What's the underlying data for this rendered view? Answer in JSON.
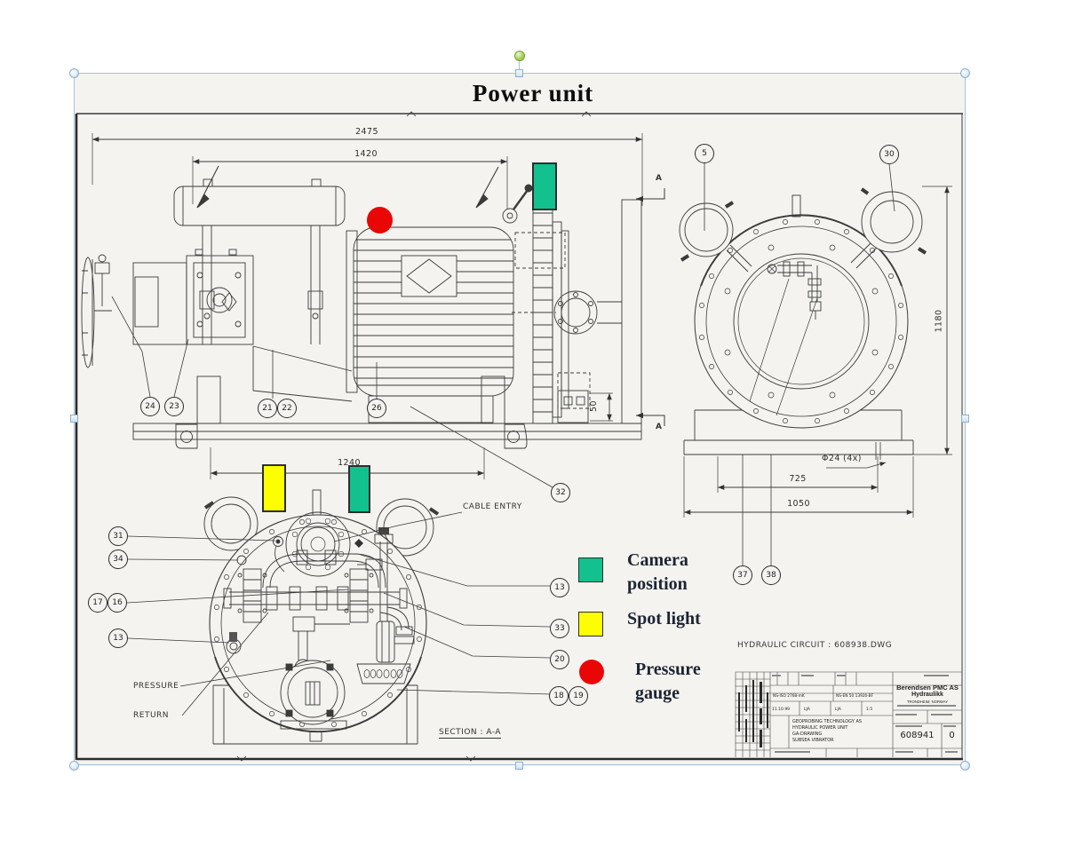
{
  "title": "Power unit",
  "legend": {
    "camera_label": "Camera position",
    "spot_label": "Spot light",
    "pressure_label": "Pressure gauge",
    "camera_color": "#12c18e",
    "spot_color": "#fdff00",
    "pressure_color": "#ea0606"
  },
  "dimensions": {
    "overall_length": "2475",
    "upper_length": "1420",
    "foot_spacing": "1240",
    "offset_50": "50",
    "height_1180": "1180",
    "hole_spacing_725": "725",
    "base_width_1050": "1050",
    "hole_note": "Φ24 (4x)"
  },
  "labels": {
    "cable_entry": "CABLE ENTRY",
    "pressure": "PRESSURE",
    "return": "RETURN",
    "section_title": "SECTION : A-A",
    "section_marker": "A",
    "hydraulic_note": "HYDRAULIC CIRCUIT : 608938.DWG"
  },
  "callouts": {
    "side": [
      "24",
      "23",
      "21",
      "22",
      "26",
      "32"
    ],
    "front": [
      "5",
      "30",
      "37",
      "38"
    ],
    "section_left": [
      "31",
      "34",
      "17",
      "16",
      "13"
    ],
    "section_right": [
      "13",
      "33",
      "20",
      "18",
      "19"
    ]
  },
  "title_block": {
    "company": "Berendsen PMC AS",
    "division": "Hydraulikk",
    "location": "TRONDHEIM, NORWAY",
    "drawing_no": "608941",
    "revision": "0",
    "customer": "GEOPROBING TECHNOLOGY AS",
    "drawing_title": "HYDRAULIC POWER UNIT",
    "drawing_type": "GA-DRAWING",
    "project": "SUBSEA VIBRATOR",
    "date": "11.10.99",
    "drawn_by": "LJA",
    "approved_by": "LJA",
    "scale": "1:5",
    "standard1": "NS-ISO 2768-mK",
    "standard2": "NS-EN 50 13920-BF"
  }
}
